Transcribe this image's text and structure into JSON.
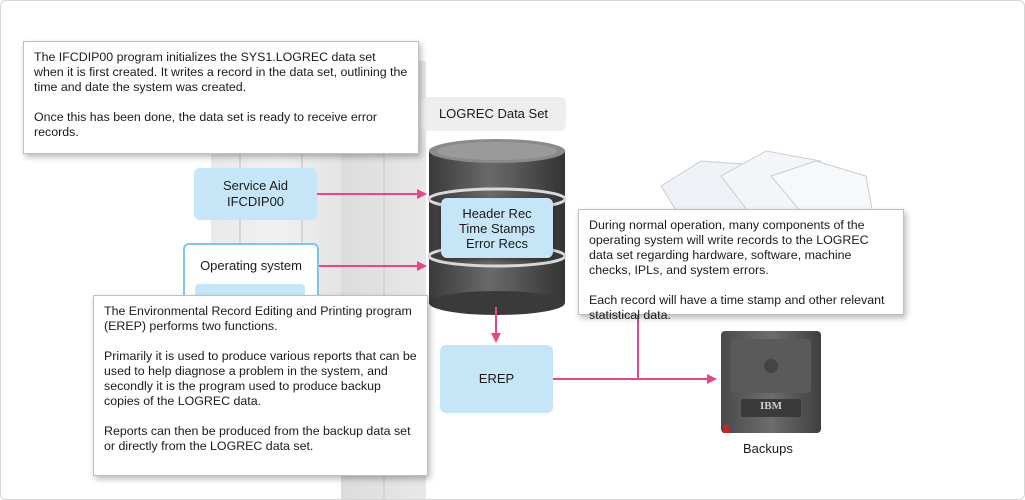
{
  "notes": {
    "ifcdip_note": [
      "The IFCDIP00 program initializes the SYS1.LOGREC data set when it is first created. It writes a record in the data set, outlining the time and date the system was created.",
      "Once this has been done, the data set is ready to receive error records."
    ],
    "normal_op_note": [
      "During normal operation, many components of the operating system will write records to the LOGREC data set regarding hardware, software, machine checks, IPLs, and system errors.",
      "Each record will have a time stamp and other relevant statistical data."
    ],
    "erep_note": [
      "The Environmental Record Editing and Printing program (EREP) performs two functions.",
      "Primarily it is used to produce various reports that can be used to help diagnose a problem in the system, and secondly it is the program used to produce backup copies of the LOGREC data.",
      "Reports can then be produced from the backup data set or directly from the LOGREC data set."
    ]
  },
  "nodes": {
    "logrec_label": "LOGREC Data Set",
    "service_aid": [
      "Service Aid",
      "IFCDIP00"
    ],
    "operating_system": "Operating system",
    "dataset_records": [
      "Header Rec",
      "Time Stamps",
      "Error Recs"
    ],
    "erep": "EREP",
    "backups": "Backups",
    "tape_brand": "IBM"
  },
  "colors": {
    "arrow": "#e8468a",
    "box_blue": "#c6e6f8",
    "disk": "#4a4a4a"
  }
}
